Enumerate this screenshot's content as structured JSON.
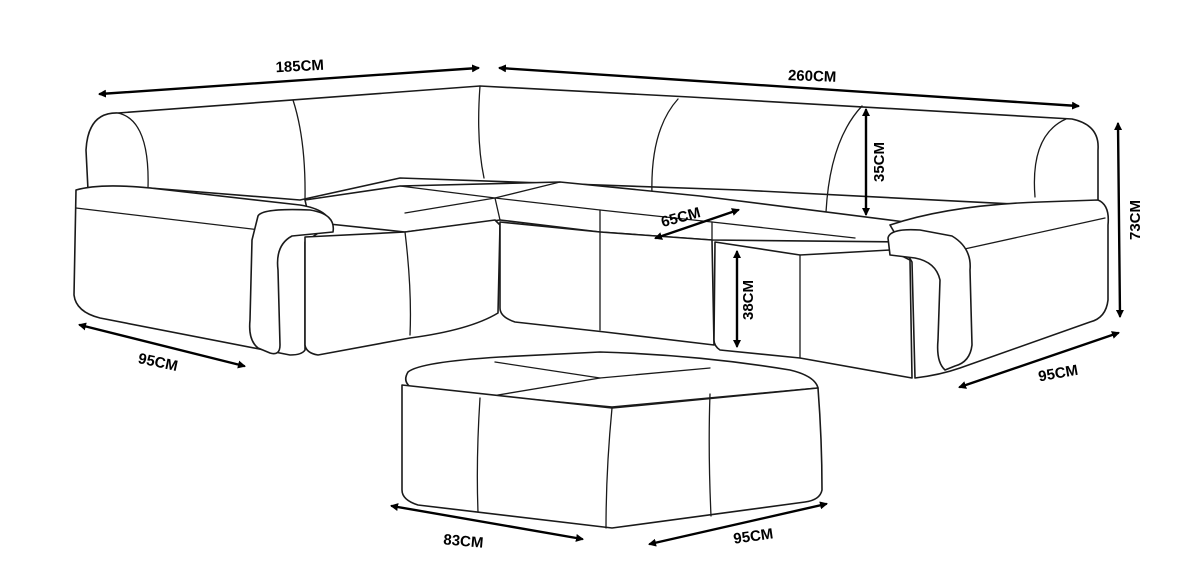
{
  "dimensions": {
    "left_back_width": "185CM",
    "right_back_width": "260CM",
    "back_height": "35CM",
    "total_height": "73CM",
    "seat_depth": "65CM",
    "seat_height": "38CM",
    "left_depth": "95CM",
    "right_depth": "95CM",
    "ottoman_length": "83CM",
    "ottoman_width": "95CM"
  },
  "colors": {
    "line": "#1a1a1a",
    "background": "#ffffff"
  }
}
